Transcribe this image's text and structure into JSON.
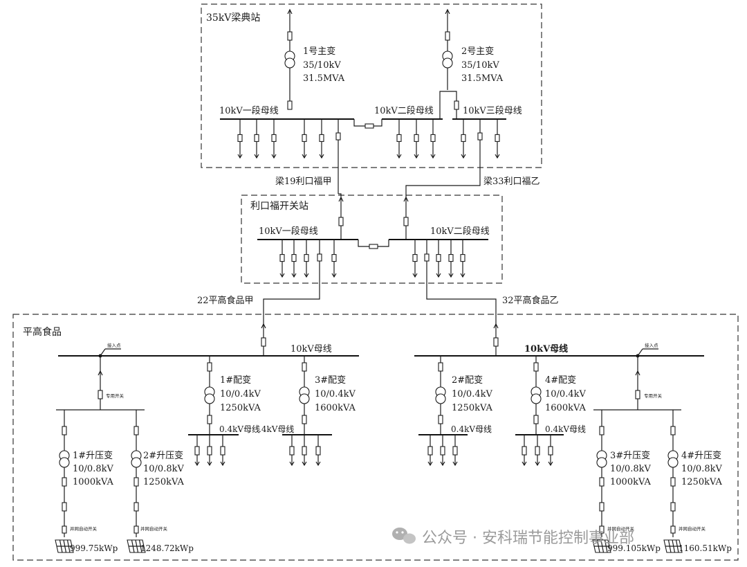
{
  "stations": {
    "liangdian": "35kV梁典站",
    "likoufu": "利口福开关站",
    "pinggao": "平高食品"
  },
  "main_transformers": [
    {
      "name": "1号主变",
      "voltage": "35/10kV",
      "capacity": "31.5MVA"
    },
    {
      "name": "2号主变",
      "voltage": "35/10kV",
      "capacity": "31.5MVA"
    }
  ],
  "buses": {
    "ld_bus1": "10kV一段母线",
    "ld_bus2": "10kV二段母线",
    "ld_bus3": "10kV三段母线",
    "lk_bus1": "10kV一段母线",
    "lk_bus2": "10kV二段母线",
    "pg_bus_left": "10kV母线",
    "pg_bus_right": "10kV母线"
  },
  "feeders": {
    "f19": "梁19利口福甲",
    "f33": "梁33利口福乙",
    "f22": "22平高食品甲",
    "f32": "32平高食品乙"
  },
  "distribution_transformers": [
    {
      "name": "1#配变",
      "voltage": "10/0.4kV",
      "capacity": "1250kVA",
      "bus": "0.4kV母线"
    },
    {
      "name": "3#配变",
      "voltage": "10/0.4kV",
      "capacity": "1600kVA",
      "bus": ".4kV母线"
    },
    {
      "name": "2#配变",
      "voltage": "10/0.4kV",
      "capacity": "1250kVA",
      "bus": "0.4kV母线"
    },
    {
      "name": "4#配变",
      "voltage": "10/0.4kV",
      "capacity": "1600kVA",
      "bus": "0.4kV母线"
    }
  ],
  "step_up_transformers": [
    {
      "name": "1#升压变",
      "voltage": "10/0.8kV",
      "capacity": "1000kVA",
      "pv": "999.75kWp"
    },
    {
      "name": "2#升压变",
      "voltage": "10/0.8kV",
      "capacity": "1250kVA",
      "pv": "1248.72kWp"
    },
    {
      "name": "3#升压变",
      "voltage": "10/0.8kV",
      "capacity": "1000kVA",
      "pv": "999.105kWp"
    },
    {
      "name": "4#升压变",
      "voltage": "10/0.8kV",
      "capacity": "1250kVA",
      "pv": "1160.51kWp"
    }
  ],
  "small_labels": {
    "access_point": "接入点",
    "dedicated_switch": "专用开关",
    "grid_auto_switch": "并网自动开关"
  },
  "watermark": "公众号 · 安科瑞节能控制事业部",
  "colors": {
    "line": "#1a1a1a",
    "watermark": "#9a9a9a"
  }
}
